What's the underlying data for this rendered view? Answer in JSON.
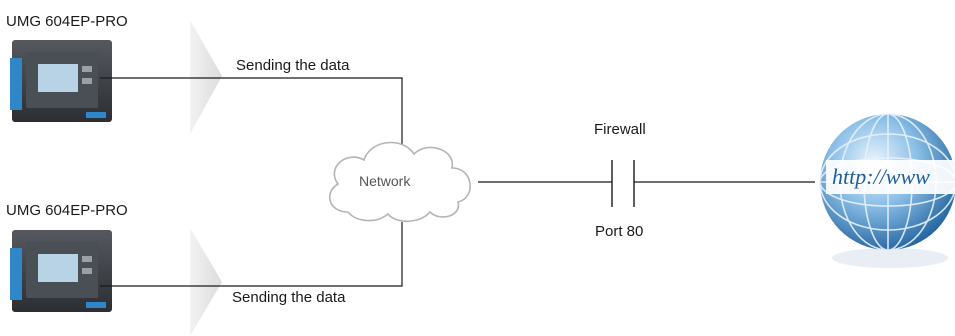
{
  "devices": [
    {
      "label": "UMG 604EP-PRO",
      "link_label": "Sending the data"
    },
    {
      "label": "UMG 604EP-PRO",
      "link_label": "Sending the data"
    }
  ],
  "network": {
    "label": "Network"
  },
  "firewall": {
    "top_label": "Firewall",
    "bottom_label": "Port 80"
  },
  "internet": {
    "text": "http://www"
  },
  "colors": {
    "line": "#1a1a1a",
    "arrow": "#e4e4e4",
    "cloud_stroke": "#b4b4b4",
    "globe": "#2e78b8",
    "device_body": "#3a3f45",
    "device_front": "#2f86c8"
  }
}
